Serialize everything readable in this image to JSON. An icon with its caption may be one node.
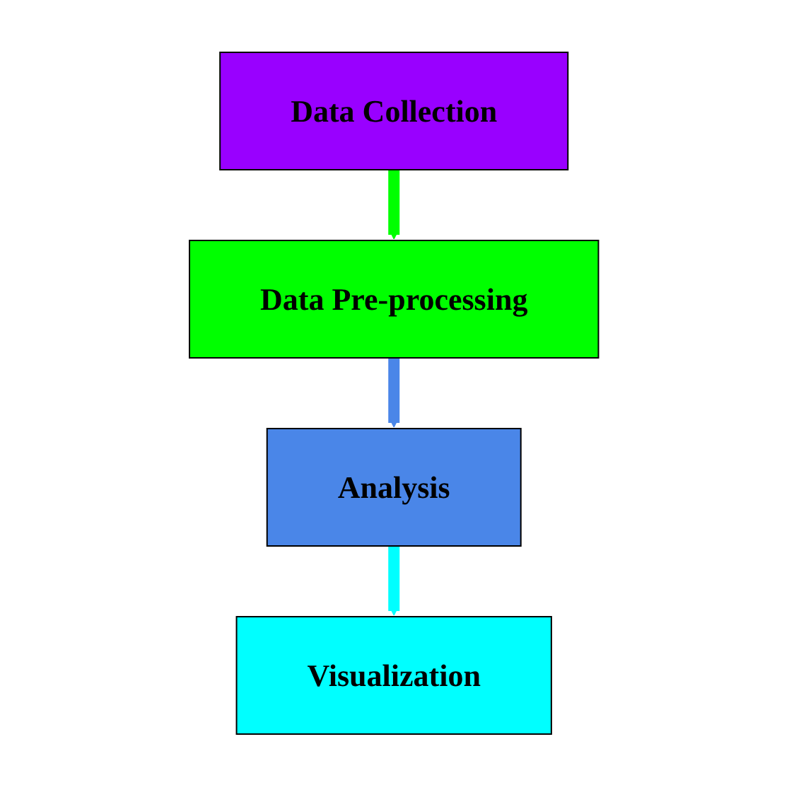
{
  "diagram": {
    "nodes": [
      {
        "text": [
          "Data Collection"
        ]
      },
      {
        "text": [
          "Data Pre-processing"
        ]
      },
      {
        "text": [
          "Analysis"
        ]
      },
      {
        "text": [
          "Visualization"
        ]
      }
    ],
    "edges": [
      {
        "from": 0,
        "to": 1,
        "arrow": "to",
        "color": "#00ff00"
      },
      {
        "from": 1,
        "to": 2,
        "arrow": "to",
        "color": "#4a86e8"
      },
      {
        "from": 2,
        "to": 3,
        "arrow": "to",
        "color": "#00ffff"
      }
    ]
  }
}
